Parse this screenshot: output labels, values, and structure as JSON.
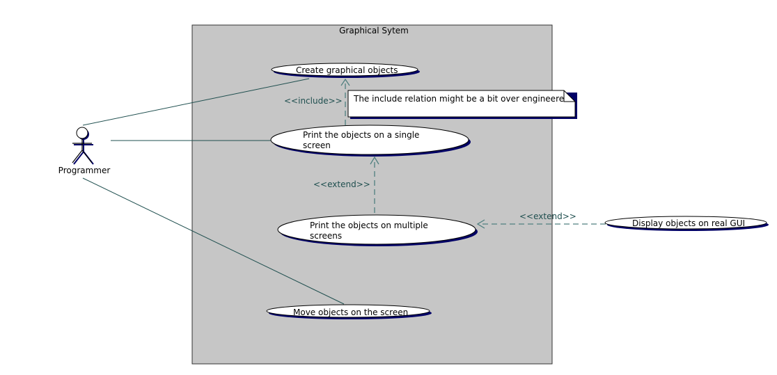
{
  "system": {
    "title": "Graphical Sytem"
  },
  "actor": {
    "name": "Programmer"
  },
  "use_cases": {
    "create": {
      "label": "Create graphical objects"
    },
    "print_single": {
      "line1": "Print the objects on a single",
      "line2": "screen"
    },
    "print_multiple": {
      "line1": "Print the objects on multiple",
      "line2": "screens"
    },
    "move": {
      "label": "Move objects on the screen"
    },
    "display_gui": {
      "label": "Display objects on real GUI"
    }
  },
  "relations": {
    "include": "<<include>>",
    "extend_single": "<<extend>>",
    "extend_gui": "<<extend>>"
  },
  "note": {
    "text": "The include relation might be a bit over engineere"
  },
  "colors": {
    "boundary_fill": "#c6c6c6",
    "boundary_stroke": "#333333",
    "usecase_shadow": "#000066",
    "association": "#1f4f4f",
    "dependency": "#4f7f7f"
  }
}
